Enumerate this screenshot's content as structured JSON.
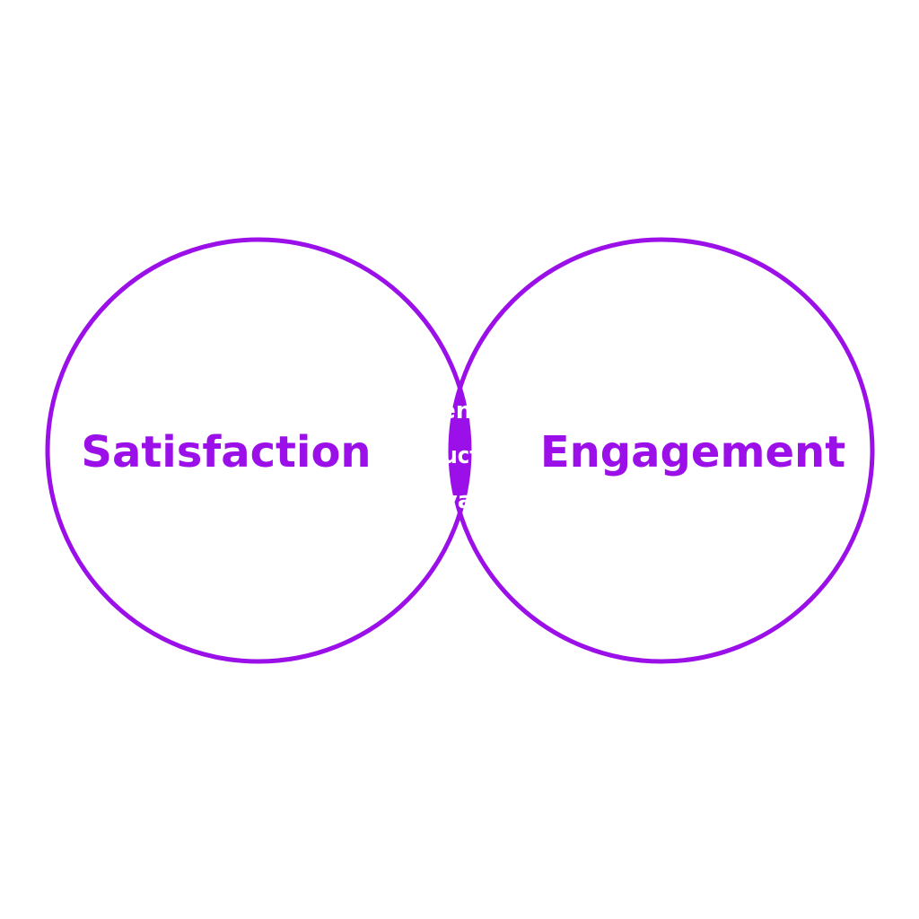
{
  "diagram": {
    "type": "venn",
    "colors": {
      "accent": "#9B10E8",
      "overlap_text": "#FFFFFF",
      "background": "#FFFFFF"
    },
    "sets": {
      "left": {
        "label": "Satisfaction"
      },
      "right": {
        "label": "Engagement"
      }
    },
    "overlap": {
      "items": [
        "Retention",
        "Productivity",
        "Loyalty"
      ]
    }
  }
}
